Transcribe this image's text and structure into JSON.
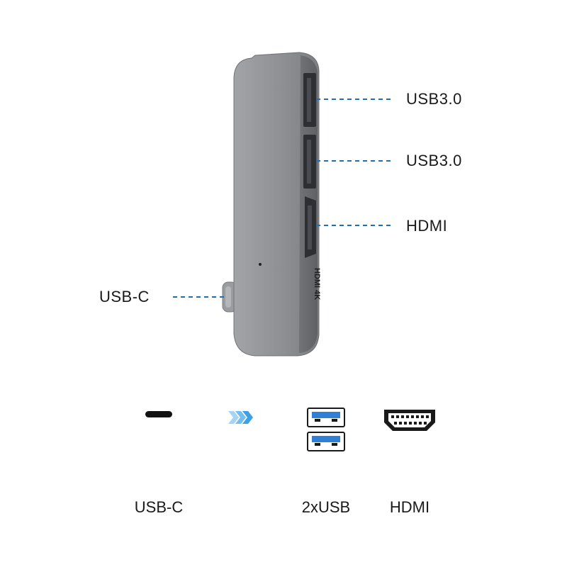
{
  "product": {
    "name_icon": "usb-c-hub",
    "body_color": "#8a8c90",
    "port_color": "#2e2f33",
    "leader_color": "#1f6fb3",
    "port_print": "HDMI 4K"
  },
  "callouts": [
    {
      "label": "USB3.0"
    },
    {
      "label": "USB3.0"
    },
    {
      "label": "HDMI"
    },
    {
      "label": "USB-C"
    }
  ],
  "legend": {
    "arrow_icon": "chevron-right-triple-icon",
    "arrow_color": "#3aa0e8",
    "usb_port_accent": "#2f7fd6",
    "captions": {
      "usb_c": "USB-C",
      "usb": "2xUSB",
      "hdmi": "HDMI"
    }
  }
}
